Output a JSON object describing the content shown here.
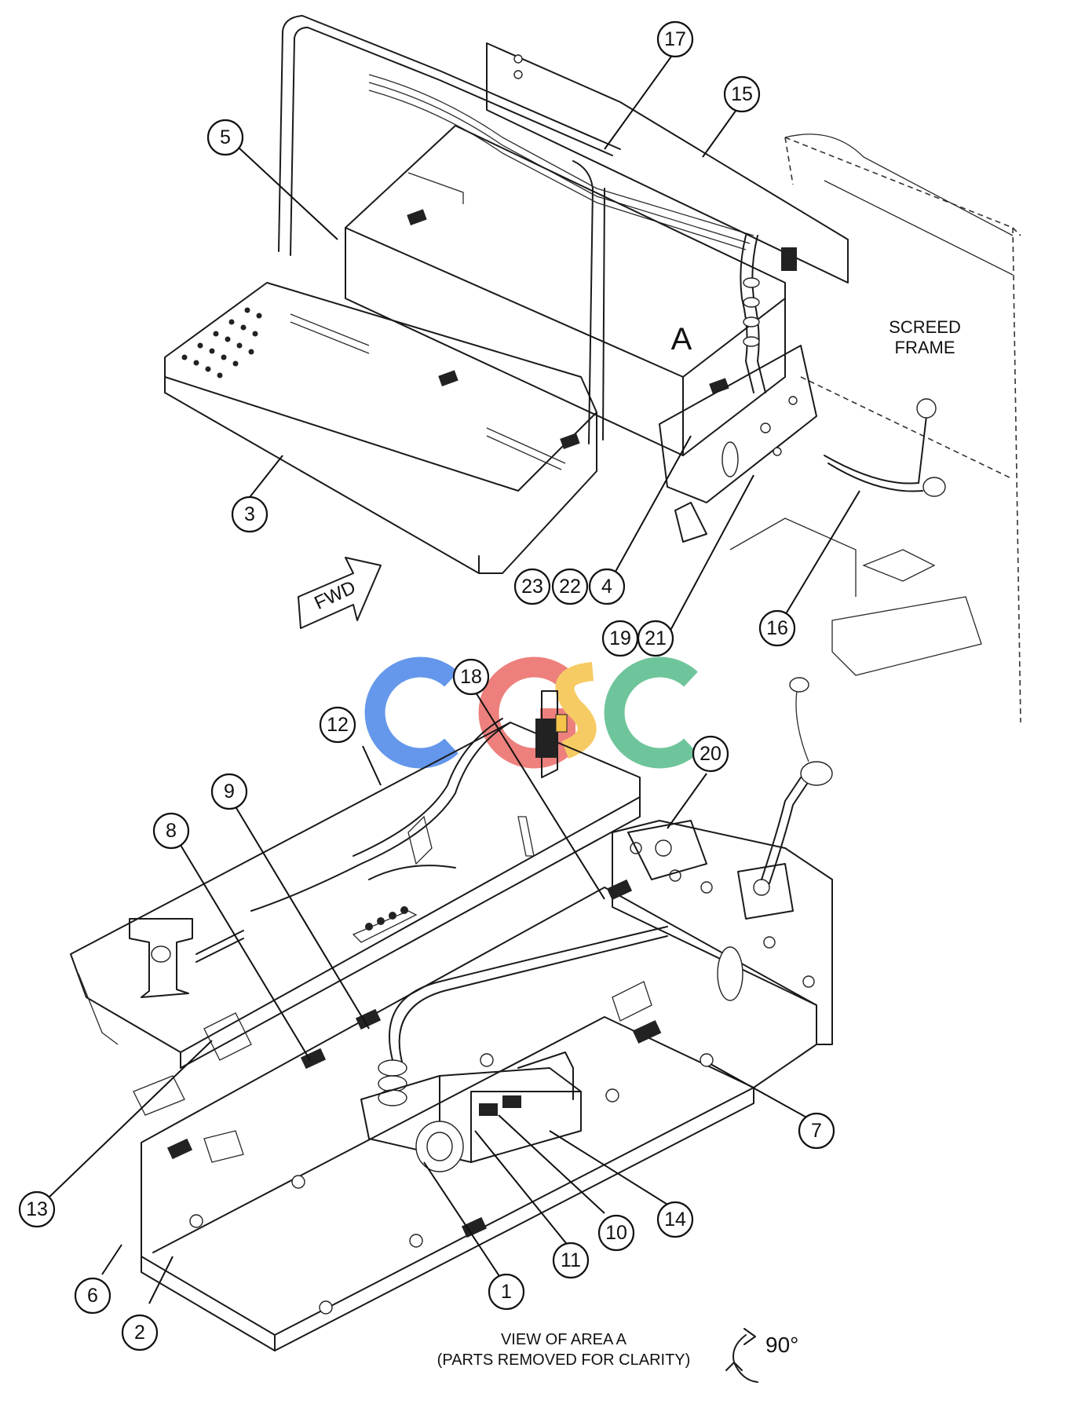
{
  "view_label": "A",
  "frame_label_line1": "SCREED",
  "frame_label_line2": "FRAME",
  "fwd_label": "FWD",
  "caption_line1": "VIEW OF AREA A",
  "caption_line2": "(PARTS REMOVED FOR CLARITY)",
  "rotation_label": "90°",
  "watermark": "CGSC",
  "watermark_colors": [
    "#4a86e8",
    "#ea6b66",
    "#f6c34a",
    "#57bb8a"
  ],
  "callouts": {
    "c1": "1",
    "c2": "2",
    "c3": "3",
    "c4": "4",
    "c5": "5",
    "c6": "6",
    "c7": "7",
    "c8": "8",
    "c9": "9",
    "c10": "10",
    "c11": "11",
    "c12": "12",
    "c13": "13",
    "c14": "14",
    "c15": "15",
    "c16": "16",
    "c17": "17",
    "c18": "18",
    "c19": "19",
    "c20": "20",
    "c21": "21",
    "c22": "22",
    "c23": "23"
  }
}
